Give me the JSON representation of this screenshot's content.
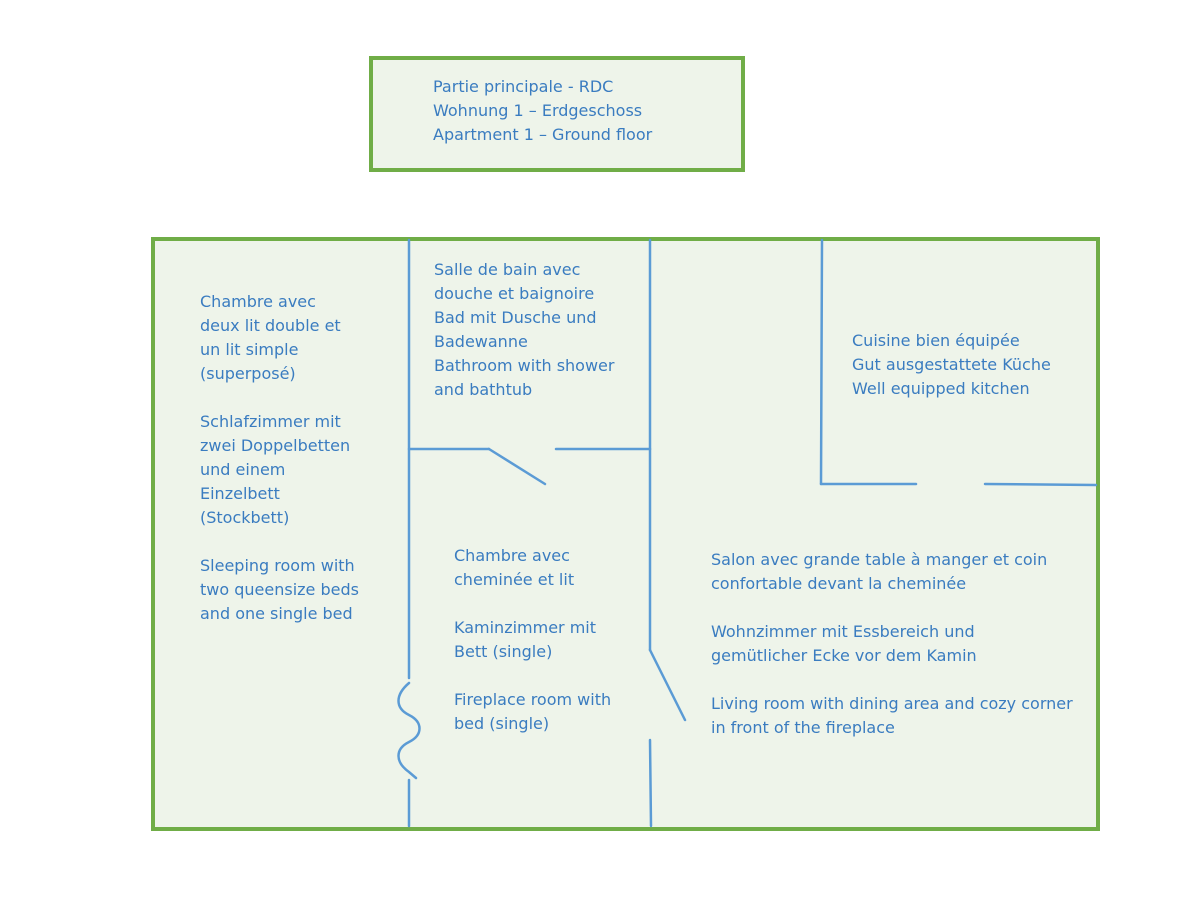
{
  "title": {
    "lines": [
      "Partie principale - RDC",
      "Wohnung 1 – Erdgeschoss",
      "Apartment 1 – Ground floor"
    ]
  },
  "rooms": {
    "bedroom": {
      "lines": [
        "Chambre avec",
        "deux lit double et",
        "un lit simple",
        "(superposé)",
        "",
        "Schlafzimmer mit",
        "zwei Doppelbetten",
        "und einem",
        "Einzelbett",
        "(Stockbett)",
        "",
        "Sleeping room with",
        "two queensize beds",
        "and one single bed"
      ]
    },
    "bathroom": {
      "lines": [
        "Salle de bain avec",
        "douche et baignoire",
        "Bad mit Dusche und",
        "Badewanne",
        "Bathroom with shower",
        "and bathtub"
      ]
    },
    "fireplace_room": {
      "lines": [
        "Chambre avec",
        "cheminée et lit",
        "",
        "Kaminzimmer mit",
        "Bett (single)",
        "",
        "Fireplace room with",
        "bed (single)"
      ]
    },
    "kitchen": {
      "lines": [
        "Cuisine bien équipée",
        "Gut ausgestattete Küche",
        "Well equipped kitchen"
      ]
    },
    "living_room": {
      "lines": [
        "Salon avec grande table à manger et coin",
        "confortable devant la cheminée",
        "",
        "Wohnzimmer mit Essbereich und",
        "gemütlicher Ecke vor dem Kamin",
        "",
        "Living room with dining area and cozy corner",
        "in front of the fireplace"
      ]
    }
  },
  "colors": {
    "outline_green": "#70ad47",
    "fill": "#eef4ea",
    "wall_blue": "#5b9bd5",
    "text_blue": "#3a7cc0"
  }
}
